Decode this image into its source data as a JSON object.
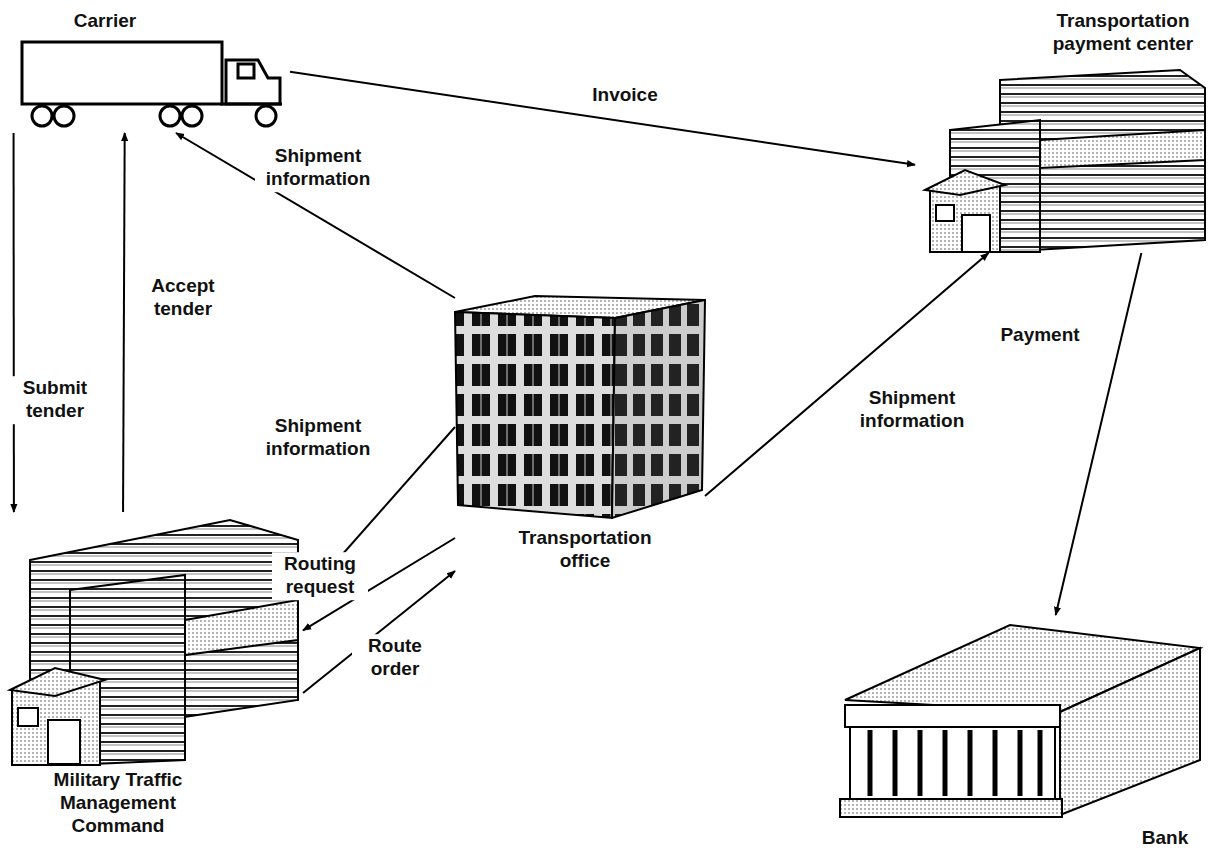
{
  "diagram": {
    "nodes": [
      {
        "text": [
          "Carrier"
        ]
      },
      {
        "text": [
          "Transportation payment center"
        ]
      },
      {
        "text": [
          "Transportation office"
        ]
      },
      {
        "text": [
          "Military Traffic Management Command"
        ]
      },
      {
        "text": [
          "Bank"
        ]
      }
    ],
    "edges": [
      {
        "from": 0,
        "to": 1,
        "label": "Invoice",
        "arrow": "to"
      },
      {
        "from": 2,
        "to": 0,
        "label": "Shipment information",
        "arrow": "to"
      },
      {
        "from": 3,
        "to": 0,
        "label": "Accept tender",
        "arrow": "to"
      },
      {
        "from": 0,
        "to": 3,
        "label": "Submit tender",
        "arrow": "to"
      },
      {
        "from": 2,
        "to": 3,
        "label": "Shipment information",
        "arrow": "to"
      },
      {
        "from": 2,
        "to": 3,
        "label": "Routing request",
        "arrow": "to"
      },
      {
        "from": 3,
        "to": 2,
        "label": "Route order",
        "arrow": "to"
      },
      {
        "from": 2,
        "to": 1,
        "label": "Shipment information",
        "arrow": "to"
      },
      {
        "from": 1,
        "to": 4,
        "label": "Payment",
        "arrow": "to"
      }
    ]
  }
}
